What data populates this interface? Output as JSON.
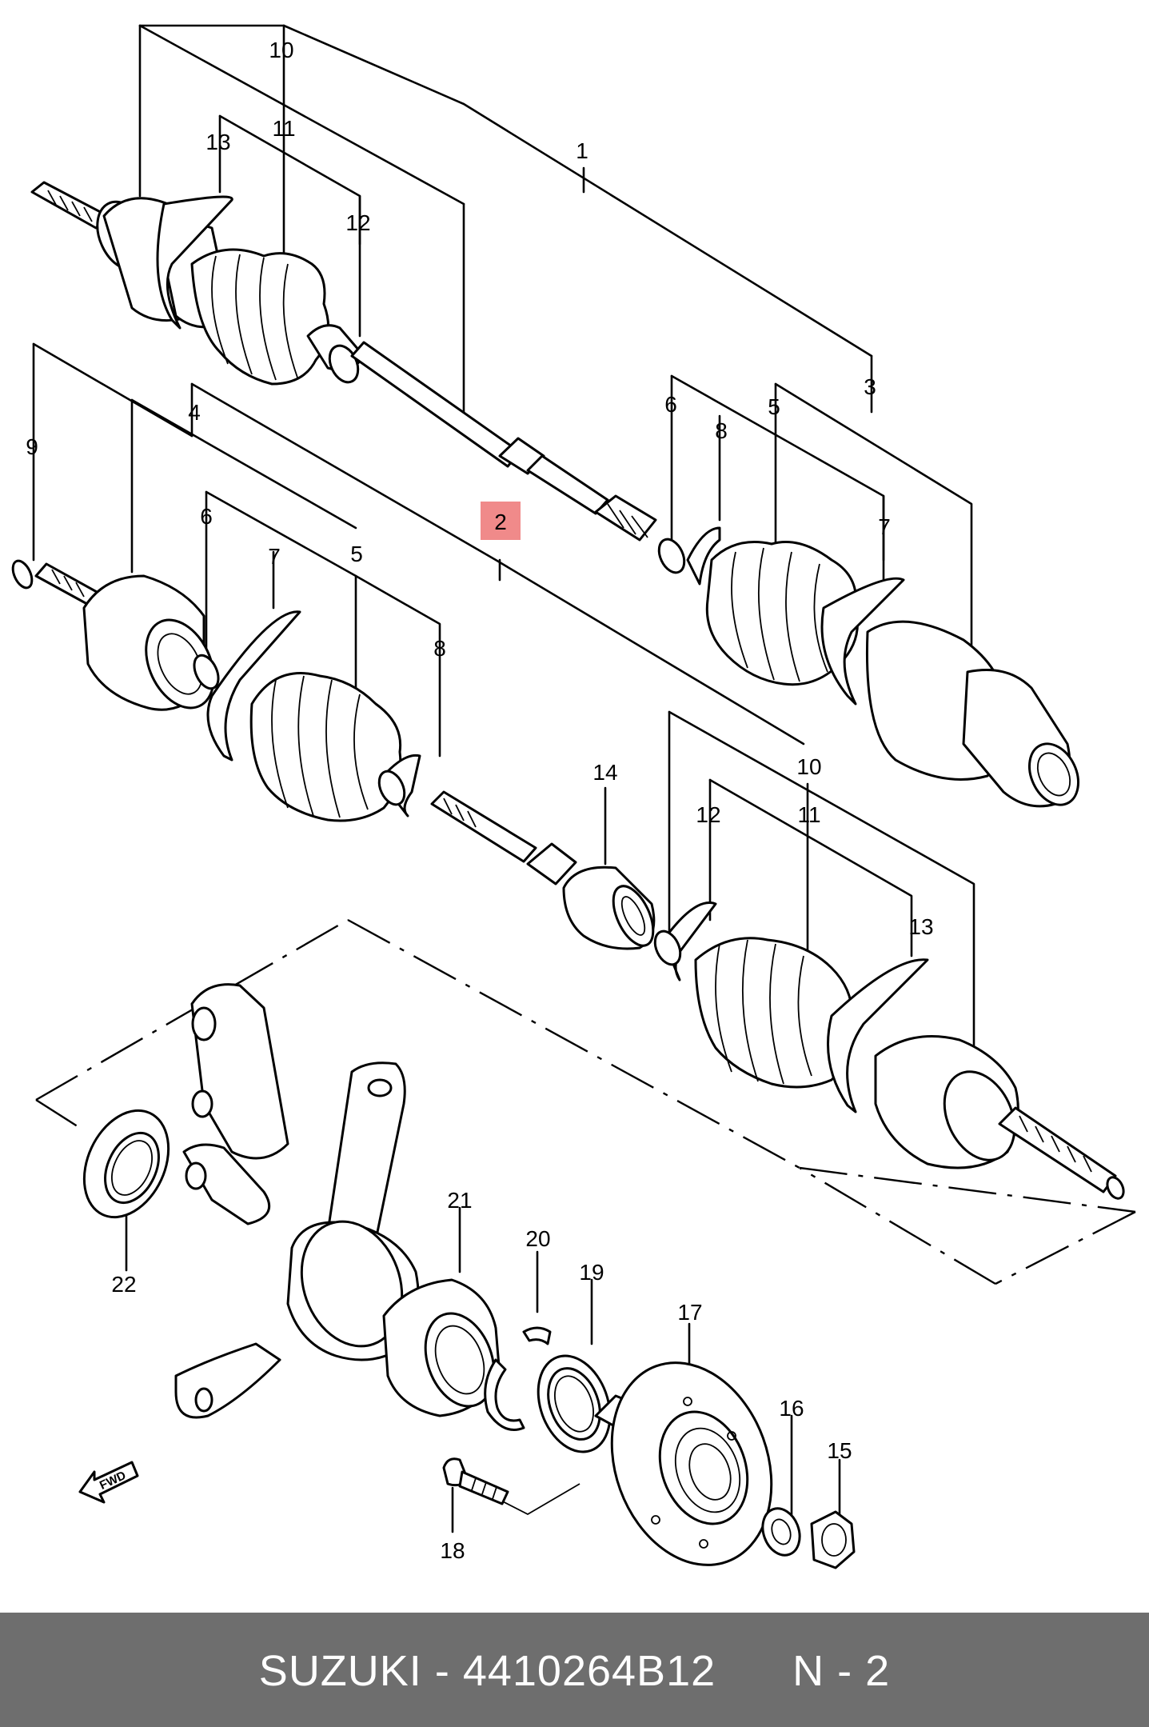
{
  "callouts": {
    "c1": "1",
    "c2": "2",
    "c3": "3",
    "c4": "4",
    "c5a": "5",
    "c5b": "5",
    "c6a": "6",
    "c6b": "6",
    "c7a": "7",
    "c7b": "7",
    "c8a": "8",
    "c8b": "8",
    "c9": "9",
    "c10a": "10",
    "c10b": "10",
    "c11a": "11",
    "c11b": "11",
    "c12a": "12",
    "c12b": "12",
    "c13a": "13",
    "c13b": "13",
    "c14": "14",
    "c15": "15",
    "c16": "16",
    "c17": "17",
    "c18": "18",
    "c19": "19",
    "c20": "20",
    "c21": "21",
    "c22": "22"
  },
  "fwd_label": "FWD",
  "footer": {
    "brand": "SUZUKI",
    "separator": " - ",
    "part_number": "4410264B12",
    "page_ref": "N - 2"
  },
  "colors": {
    "highlight": "#f08a8a",
    "footer_bg": "#6e6e6e",
    "footer_text": "#ffffff"
  }
}
